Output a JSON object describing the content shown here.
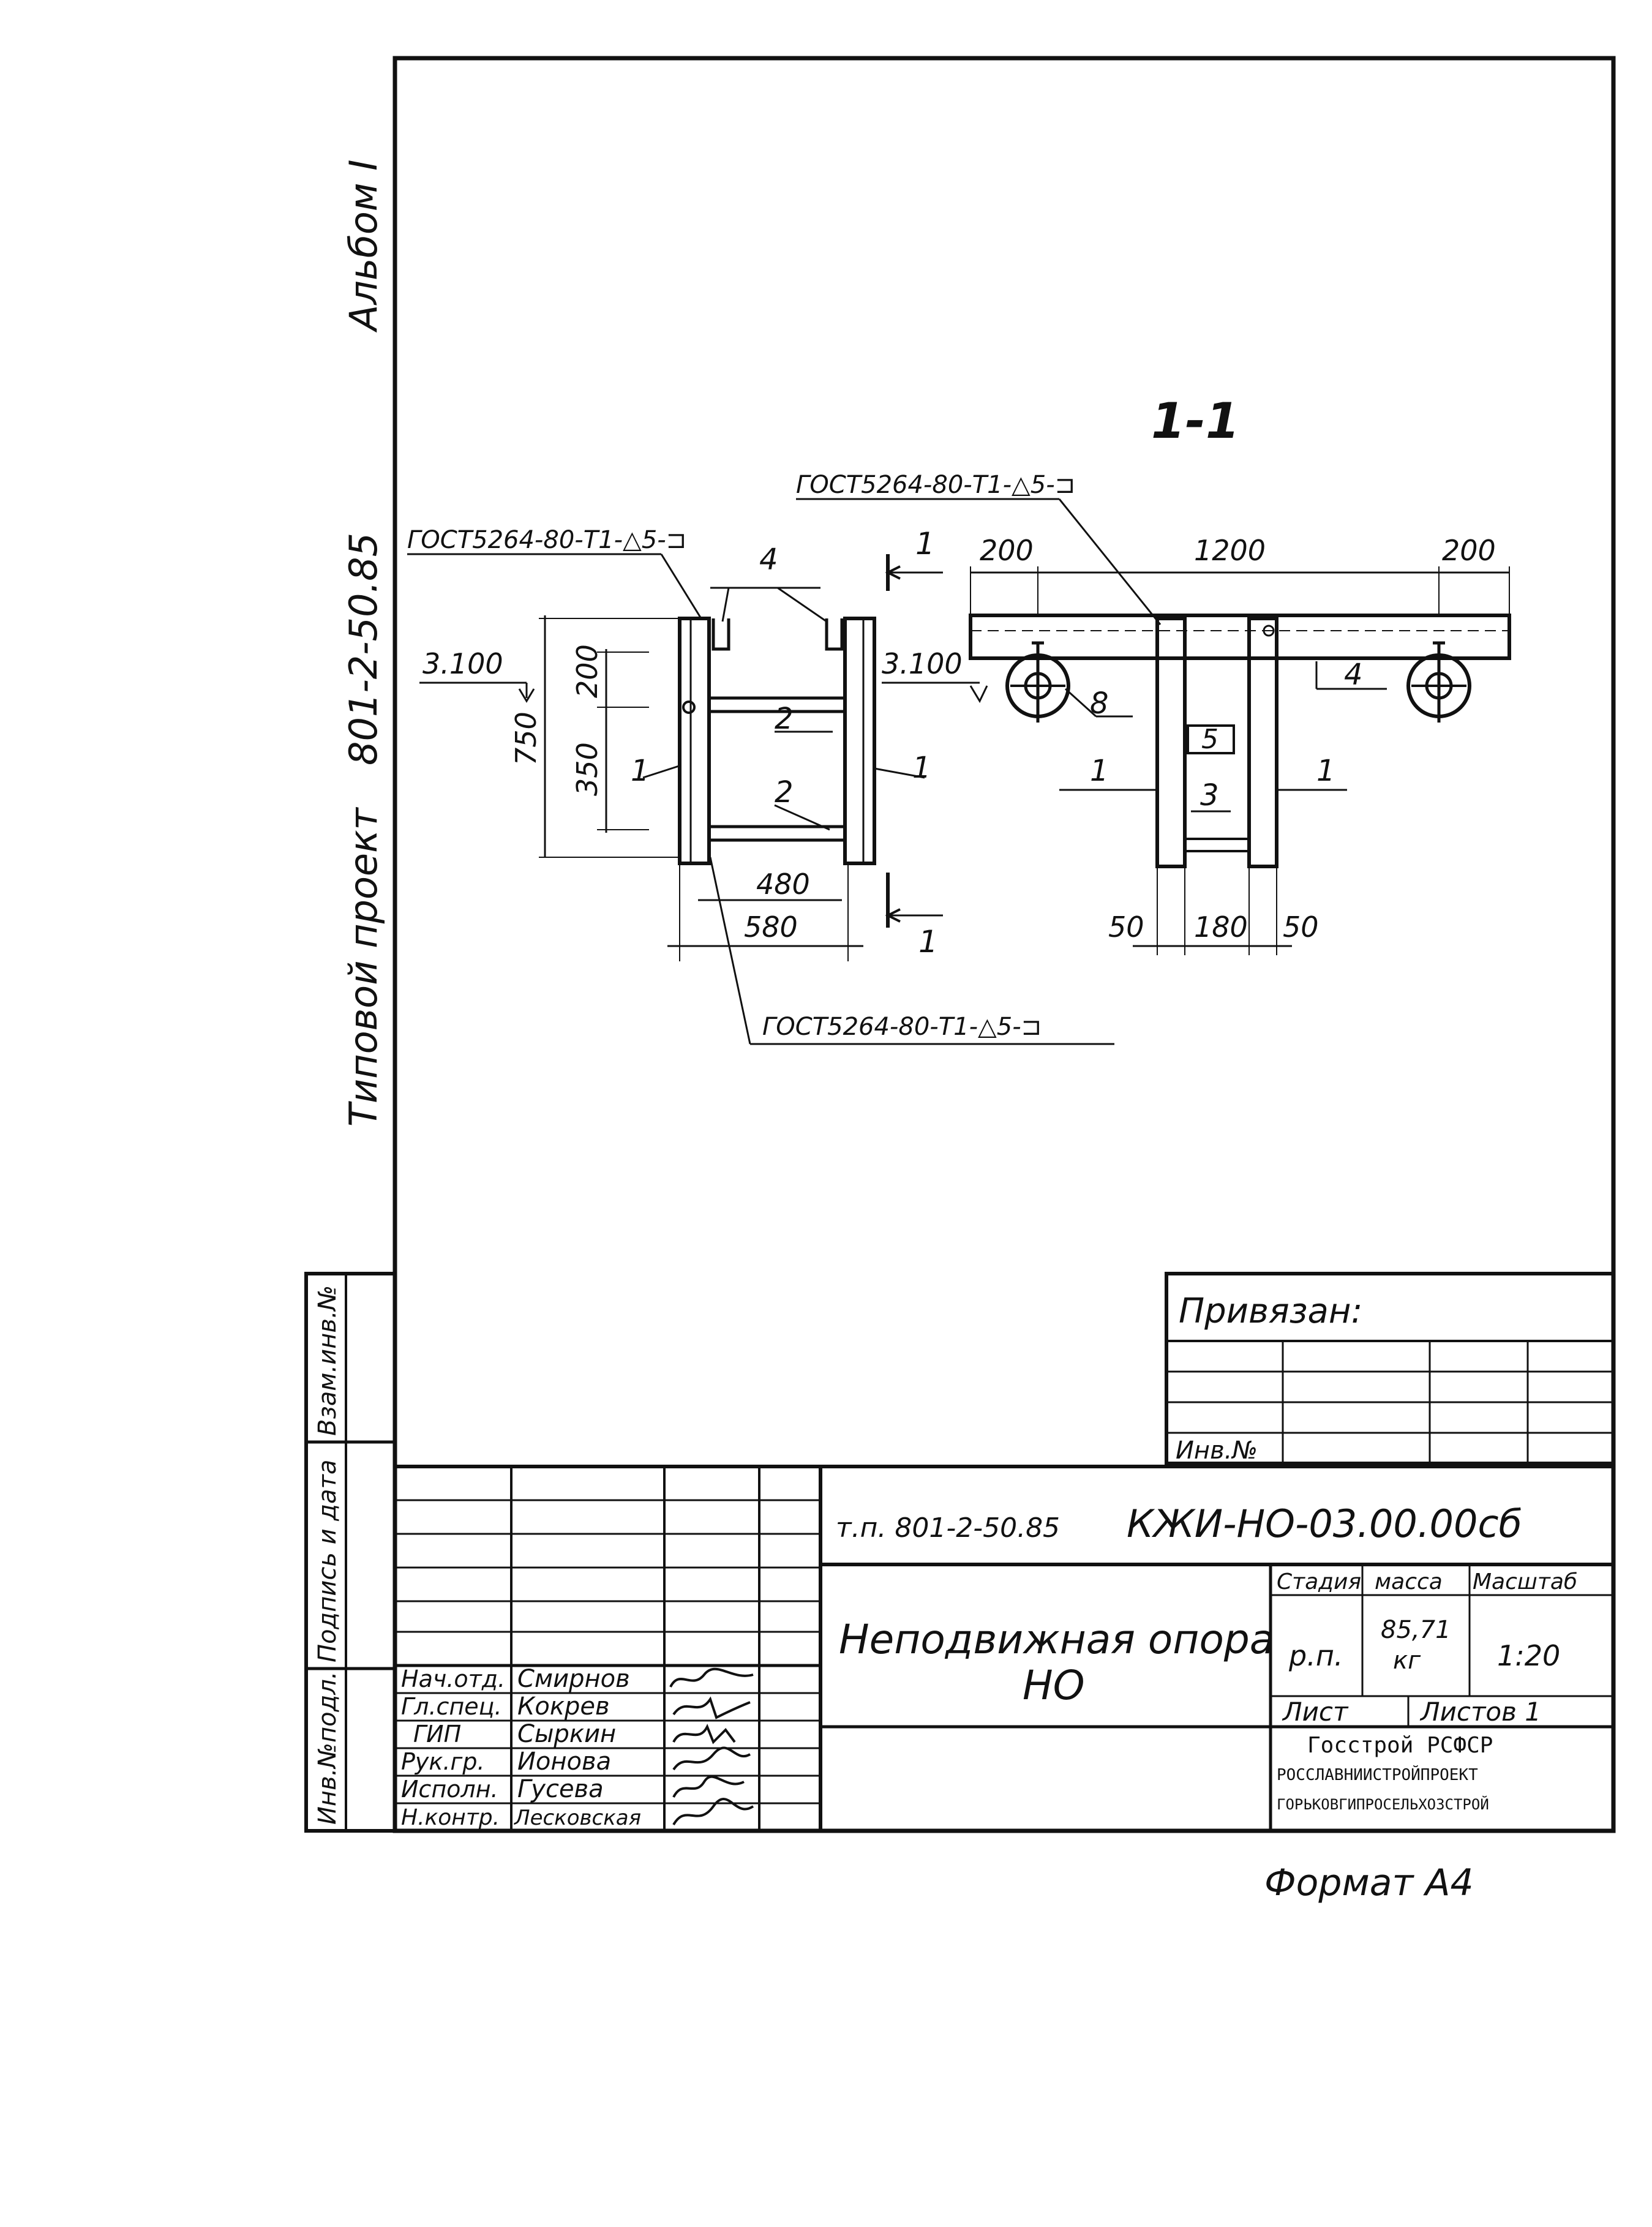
{
  "side_margin": {
    "project": "Типовой проект",
    "code": "801-2-50.85",
    "album": "Альбом I"
  },
  "section_label": "1-1",
  "left_view": {
    "weld_top": "ГОСТ5264-80-Т1-△5-⊐",
    "weld_bottom": "ГОСТ5264-80-Т1-△5-⊐",
    "elevation": "3.100",
    "dim_total_height": "750",
    "dim_top": "200",
    "dim_mid": "350",
    "dim_inner_width": "480",
    "dim_outer_width": "580",
    "parts": {
      "upright_left": "1",
      "upright_right": "1",
      "top": "4",
      "bar_upper": "2",
      "bar_lower": "2"
    }
  },
  "section_marks": {
    "top": "1",
    "bottom": "1"
  },
  "right_view": {
    "weld": "ГОСТ5264-80-Т1-△5-⊐",
    "elevation": "3.100",
    "dim_left": "200",
    "dim_span": "1200",
    "dim_right": "200",
    "dim_b1": "50",
    "dim_b2": "180",
    "dim_b3": "50",
    "parts": {
      "beam": "4",
      "roller": "8",
      "upright_left": "1",
      "upright_right": "1",
      "plate": "5",
      "bar": "3"
    }
  },
  "left_stamp": {
    "labels": [
      "Взам.инв.№",
      "Подпись и дата",
      "Инв.№подл."
    ]
  },
  "privyazan": {
    "title": "Привязан:",
    "inv_label": "Инв.№"
  },
  "title_block": {
    "doc_code_prefix": "т.п. 801-2-50.85",
    "doc_code": "КЖИ-НО-03.00.00сб",
    "title_line1": "Неподвижная опора",
    "title_line2": "НО",
    "col_stage": "Стадия",
    "col_mass": "масса",
    "col_scale": "Масштаб",
    "stage_value": "р.п.",
    "mass_value": "85,71",
    "mass_unit": "кг",
    "scale_value": "1:20",
    "sheet_label": "Лист",
    "sheets_label": "Листов 1",
    "org_line1": "Госстрой РСФСР",
    "org_line2": "РОССЛАВНИИСТРОЙПРОЕКТ",
    "org_line3": "ГОРЬКОВГИПРОСЕЛЬХОЗСТРОЙ",
    "roles": [
      {
        "role": "Нач.отд.",
        "name": "Смирнов"
      },
      {
        "role": "Гл.спец.",
        "name": "Кокрев"
      },
      {
        "role": "ГИП",
        "name": "Сыркин"
      },
      {
        "role": "Рук.гр.",
        "name": "Ионова"
      },
      {
        "role": "Исполн.",
        "name": "Гусева"
      },
      {
        "role": "Н.контр.",
        "name": "Лесковская"
      }
    ]
  },
  "format": "Формат А4"
}
